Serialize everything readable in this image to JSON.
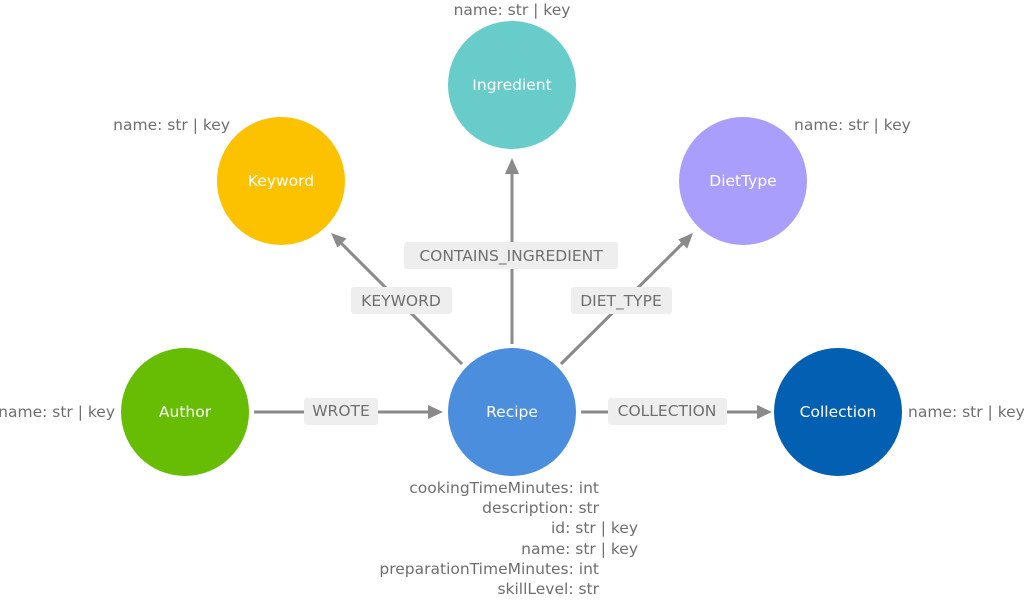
{
  "nodes": {
    "ingredient": {
      "label": "Ingredient",
      "color": "#68cdca",
      "properties": [
        "name: str | key"
      ]
    },
    "keyword": {
      "label": "Keyword",
      "color": "#fcc200",
      "properties": [
        "name: str | key"
      ]
    },
    "diettype": {
      "label": "DietType",
      "color": "#aa9efc",
      "properties": [
        "name: str | key"
      ]
    },
    "author": {
      "label": "Author",
      "color": "#66bd04",
      "properties": [
        "name: str | key"
      ]
    },
    "recipe": {
      "label": "Recipe",
      "color": "#4b8ede",
      "properties": [
        "cookingTimeMinutes: int",
        "description: str",
        "id: str | key",
        "name: str | key",
        "preparationTimeMinutes: int",
        "skillLevel: str"
      ]
    },
    "collection": {
      "label": "Collection",
      "color": "#035fb1",
      "properties": [
        "name: str | key"
      ]
    }
  },
  "edges": {
    "contains_ingredient": {
      "label": "CONTAINS_INGREDIENT",
      "from": "Recipe",
      "to": "Ingredient"
    },
    "keyword": {
      "label": "KEYWORD",
      "from": "Recipe",
      "to": "Keyword"
    },
    "diet_type": {
      "label": "DIET_TYPE",
      "from": "Recipe",
      "to": "DietType"
    },
    "wrote": {
      "label": "WROTE",
      "from": "Author",
      "to": "Recipe"
    },
    "collection": {
      "label": "COLLECTION",
      "from": "Recipe",
      "to": "Collection"
    }
  }
}
